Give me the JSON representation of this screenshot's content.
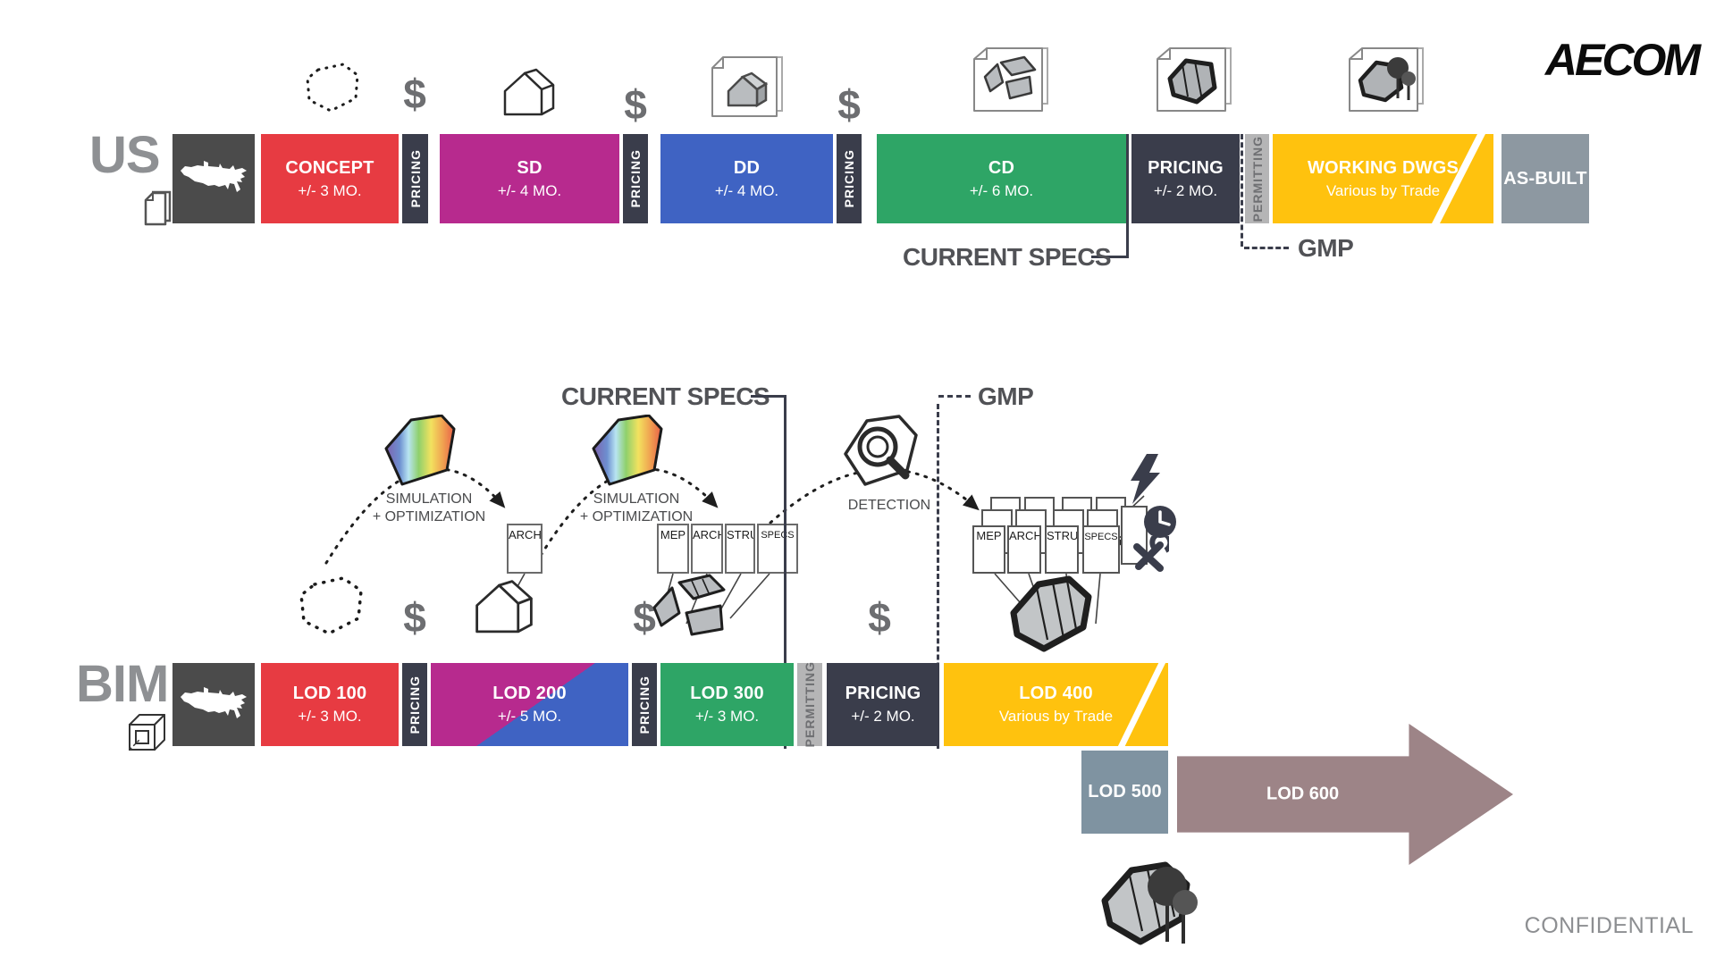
{
  "header": {
    "logo": "AECOM"
  },
  "footer": {
    "confidential": "CONFIDENTIAL"
  },
  "misc": {
    "dollar": "$"
  },
  "colors": {
    "red": "#E73B42",
    "magenta": "#B72A8E",
    "blue": "#3F63C3",
    "green": "#2EA566",
    "navy": "#3A3D4B",
    "yellow": "#FFC20E",
    "permit_gray": "#B5B5B6",
    "asbuilt_gray": "#8D98A1",
    "lod500_gray": "#7F93A1",
    "lod600_mauve": "#9D8487",
    "tile_dark": "#4B4B4B",
    "label_gray": "#8E9093"
  },
  "us": {
    "label": "US",
    "current_specs": "CURRENT SPECS",
    "gmp": "GMP",
    "segments": [
      {
        "title": "CONCEPT",
        "sub": "+/- 3 MO."
      },
      {
        "label": "PRICING"
      },
      {
        "title": "SD",
        "sub": "+/- 4 MO."
      },
      {
        "label": "PRICING"
      },
      {
        "title": "DD",
        "sub": "+/- 4 MO."
      },
      {
        "label": "PRICING"
      },
      {
        "title": "CD",
        "sub": "+/- 6 MO."
      },
      {
        "title": "PRICING",
        "sub": "+/- 2 MO."
      },
      {
        "label": "PERMITTING"
      },
      {
        "title": "WORKING DWGS",
        "sub": "Various by Trade"
      },
      {
        "title": "AS-BUILT"
      }
    ]
  },
  "bim": {
    "label": "BIM",
    "current_specs": "CURRENT SPECS",
    "gmp": "GMP",
    "segments": [
      {
        "title": "LOD 100",
        "sub": "+/- 3 MO."
      },
      {
        "label": "PRICING"
      },
      {
        "title": "LOD 200",
        "sub": "+/- 5 MO."
      },
      {
        "label": "PRICING"
      },
      {
        "title": "LOD 300",
        "sub": "+/- 3 MO."
      },
      {
        "label": "PERMITTING"
      },
      {
        "title": "PRICING",
        "sub": "+/- 2 MO."
      },
      {
        "title": "LOD 400",
        "sub": "Various by Trade"
      },
      {
        "title": "LOD 500"
      },
      {
        "title": "LOD 600"
      }
    ]
  },
  "process": {
    "sim_line1": "SIMULATION",
    "sim_line2": "+ OPTIMIZATION",
    "detection": "DETECTION",
    "arch": "ARCH",
    "trades": [
      "MEP",
      "ARCH",
      "STRU",
      "SPECS"
    ],
    "cards": [
      "MEP",
      "ARCH",
      "STRU",
      "SPECS"
    ]
  }
}
